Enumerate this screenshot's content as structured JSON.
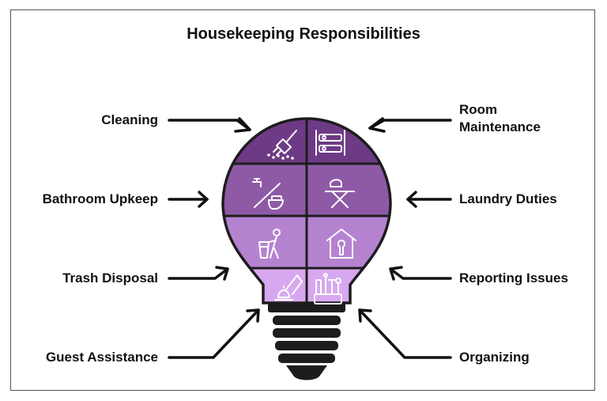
{
  "title": "Housekeeping Responsibilities",
  "left_labels": [
    {
      "text": "Cleaning",
      "icon": "broom-icon"
    },
    {
      "text": "Bathroom Upkeep",
      "icon": "faucet-toilet-icon"
    },
    {
      "text": "Trash Disposal",
      "icon": "trash-person-icon"
    },
    {
      "text": "Guest Assistance",
      "icon": "bell-hand-icon"
    }
  ],
  "right_labels": [
    {
      "text_line1": "Room",
      "text_line2": "Maintenance",
      "icon": "bed-icon"
    },
    {
      "text": "Laundry Duties",
      "icon": "iron-board-icon"
    },
    {
      "text": "Reporting Issues",
      "icon": "house-wrench-icon"
    },
    {
      "text": "Organizing",
      "icon": "organizer-icon"
    }
  ],
  "colors": {
    "row1": "#6e3a86",
    "row2": "#8e5aa6",
    "row3": "#b582d0",
    "row4": "#d7a8ef",
    "base": "#1d1d1d",
    "arrow": "#111111"
  }
}
